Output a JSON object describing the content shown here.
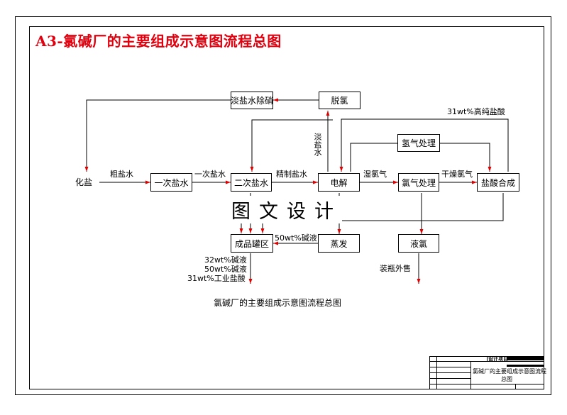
{
  "title": "A3-氯碱厂的主要组成示意图流程总图",
  "watermark": "图文设计",
  "caption": "氯碱厂的主要组成示意图流程总图",
  "nodes": {
    "salt": "化盐",
    "primary_brine": "一次盐水",
    "secondary_brine": "二次盐水",
    "electrolysis": "电解",
    "chlorine_treat": "氯气处理",
    "hydrogen_treat": "氢气处理",
    "hcl_synthesis": "盐酸合成",
    "dilute_brine_denitration": "淡盐水除硝",
    "dechlorination": "脱氯",
    "product_tank": "成品罐区",
    "evaporation": "蒸发",
    "liquid_chlorine": "液氯"
  },
  "labels": {
    "crude_brine": "粗盐水",
    "primary_brine_flow": "一次盐水",
    "refined_brine": "精制盐水",
    "wet_chlorine": "湿氯气",
    "dry_chlorine": "干燥氯气",
    "dilute_brine": "淡盐水",
    "hcl_31": "31wt%高纯盐酸",
    "caustic_50_flow": "50wt%碱液",
    "out_caustic_32": "32wt%碱液",
    "out_caustic_50": "50wt%碱液",
    "out_hcl_31": "31wt%工业盐酸",
    "bottled_sale": "装瓶外售"
  },
  "title_block": {
    "row1": "设计项目",
    "drawing_name_line1": "氯碱厂的主要组成示意图流程",
    "drawing_name_line2": "总图"
  }
}
